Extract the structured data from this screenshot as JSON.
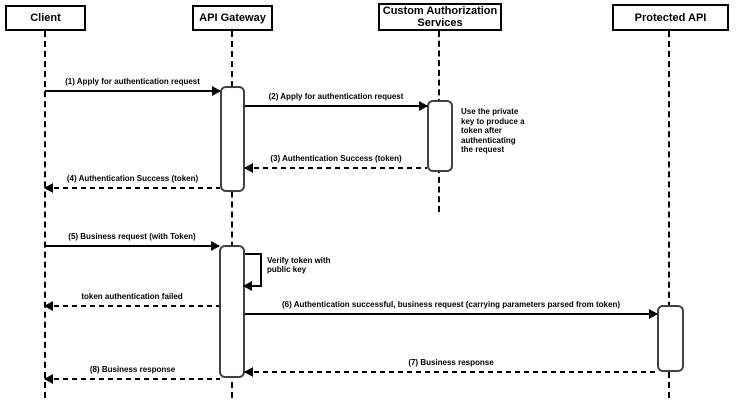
{
  "diagram": {
    "type": "sequence-diagram",
    "colors": {
      "line": "#000000",
      "activation_border": "#424242",
      "background": "#ffffff"
    },
    "actors": [
      {
        "name": "Client"
      },
      {
        "name": "API Gateway"
      },
      {
        "name": "Custom Authorization Services"
      },
      {
        "name": "Protected API"
      }
    ],
    "messages": [
      {
        "seq": 1,
        "label": "(1) Apply for authentication request",
        "from": "Client",
        "to": "API Gateway",
        "style": "solid"
      },
      {
        "seq": 2,
        "label": "(2) Apply for authentication request",
        "from": "API Gateway",
        "to": "Custom Authorization Services",
        "style": "solid"
      },
      {
        "seq": 3,
        "label": "(3) Authentication Success (token)",
        "from": "Custom Authorization Services",
        "to": "API Gateway",
        "style": "dashed"
      },
      {
        "seq": 4,
        "label": "(4) Authentication Success (token)",
        "from": "API Gateway",
        "to": "Client",
        "style": "dashed"
      },
      {
        "seq": 5,
        "label": "(5) Business request (with Token)",
        "from": "Client",
        "to": "API Gateway",
        "style": "solid"
      },
      {
        "seq": null,
        "label": "Verify token with public key",
        "from": "API Gateway",
        "to": "API Gateway",
        "style": "self"
      },
      {
        "seq": null,
        "label": "token authentication failed",
        "from": "API Gateway",
        "to": "Client",
        "style": "dashed"
      },
      {
        "seq": 6,
        "label": "(6) Authentication successful, business request (carrying parameters parsed from token)",
        "from": "API Gateway",
        "to": "Protected API",
        "style": "solid"
      },
      {
        "seq": 7,
        "label": "(7) Business response",
        "from": "Protected API",
        "to": "API Gateway",
        "style": "dashed"
      },
      {
        "seq": 8,
        "label": "(8) Business response",
        "from": "API Gateway",
        "to": "Client",
        "style": "dashed"
      }
    ],
    "notes": [
      {
        "text": "Use the private key to produce a token after authenticating the request",
        "attached_to": "Custom Authorization Services"
      }
    ]
  }
}
